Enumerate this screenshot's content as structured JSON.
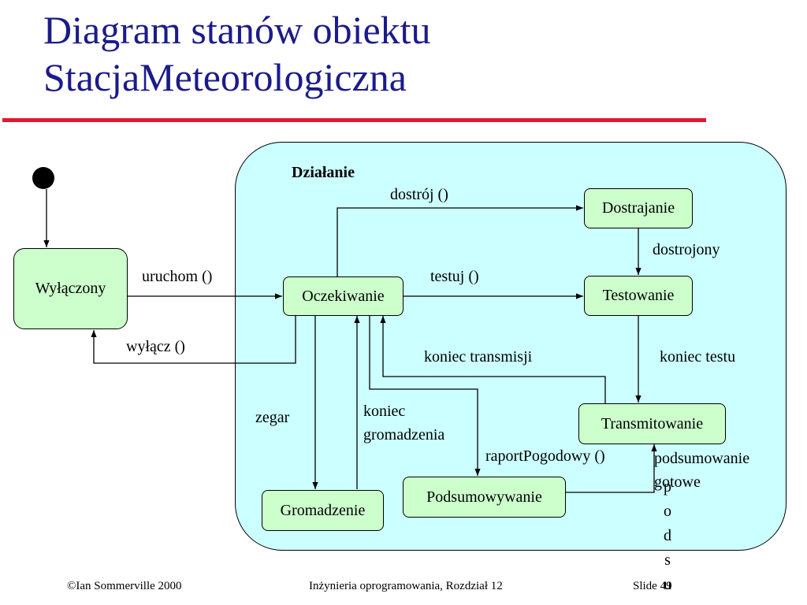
{
  "title": {
    "line1": "Diagram stanów obiektu",
    "line2": "StacjaMeteorologiczna"
  },
  "composite_state": "Działanie",
  "states": {
    "wylaczony": "Wyłączony",
    "oczekiwanie": "Oczekiwanie",
    "dostrajanie": "Dostrajanie",
    "testowanie": "Testowanie",
    "transmitowanie": "Transmitowanie",
    "podsumowywanie": "Podsumowywanie",
    "gromadzenie": "Gromadzenie"
  },
  "transitions": {
    "uruchom": "uruchom ()",
    "wylacz": "wyłącz ()",
    "dostroj": "dostrój ()",
    "dostrojony": "dostrojony",
    "testuj": "testuj ()",
    "koniec_testu": "koniec testu",
    "koniec_transmisji": "koniec transmisji",
    "zegar": "zegar",
    "koniec_gromadzenia_1": "koniec",
    "koniec_gromadzenia_2": "gromadzenia",
    "raport_pogodowy": "raportPogodowy ()",
    "podsumowanie_1": "podsumowanie",
    "podsumowanie_2": "gotowe"
  },
  "overflow_text": [
    "p",
    "o",
    "d",
    "s",
    "u"
  ],
  "footer": {
    "copyright": "©Ian Sommerville 2000",
    "course": "Inżynieria oprogramowania, Rozdział 12",
    "slide": "Slide 49"
  }
}
